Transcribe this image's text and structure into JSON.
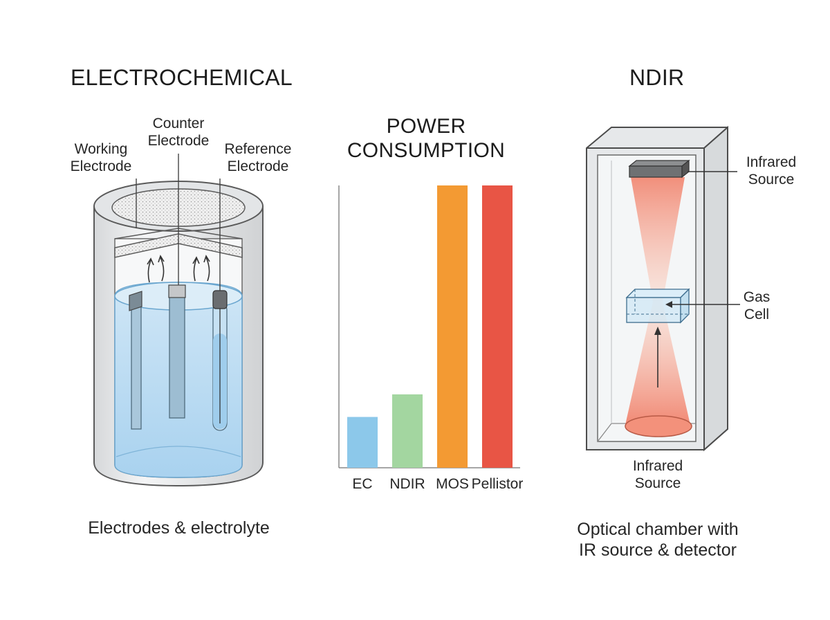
{
  "electrochemical": {
    "title": "ELECTROCHEMICAL",
    "labels": {
      "working": [
        "Working",
        "Electrode"
      ],
      "counter": [
        "Counter",
        "Electrode"
      ],
      "reference": [
        "Reference",
        "Electrode"
      ]
    },
    "caption": "Electrodes & electrolyte"
  },
  "power": {
    "title_lines": [
      "POWER",
      "CONSUMPTION"
    ]
  },
  "ndir": {
    "title": "NDIR",
    "labels": {
      "ir_source_top": [
        "Infrared",
        "Source"
      ],
      "gas_cell": [
        "Gas",
        "Cell"
      ],
      "ir_source_bottom": [
        "Infrared",
        "Source"
      ]
    },
    "caption_lines": [
      "Optical chamber with",
      "IR source & detector"
    ]
  },
  "chart_data": {
    "type": "bar",
    "title": "POWER CONSUMPTION",
    "categories": [
      "EC",
      "NDIR",
      "MOS",
      "Pellistor"
    ],
    "values": [
      18,
      26,
      100,
      100
    ],
    "ylim": [
      0,
      100
    ],
    "colors": [
      "#8cc8ea",
      "#a3d6a0",
      "#f39a33",
      "#e85545"
    ],
    "grid": false,
    "legend": "none"
  }
}
